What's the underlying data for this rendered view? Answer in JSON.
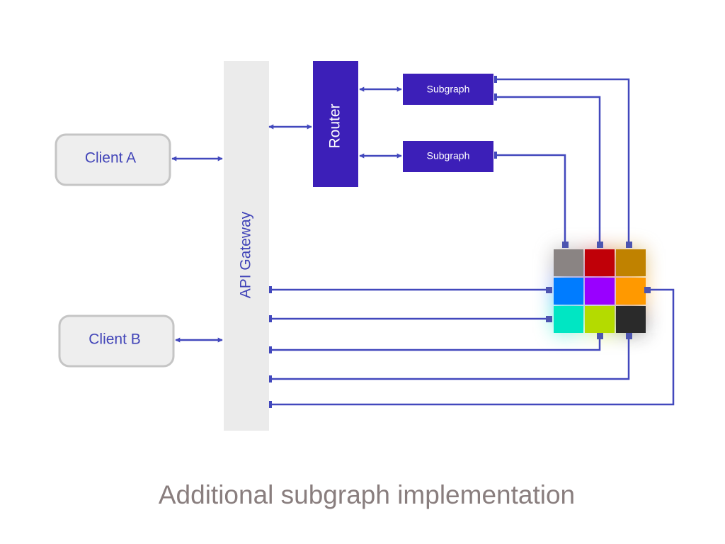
{
  "clients": [
    {
      "label": "Client A"
    },
    {
      "label": "Client B"
    }
  ],
  "gateway": {
    "label": "API Gateway"
  },
  "router": {
    "label": "Router"
  },
  "subgraphs": [
    {
      "label": "Subgraph"
    },
    {
      "label": "Subgraph"
    }
  ],
  "grid": {
    "cells": [
      "#8a8483",
      "#c00008",
      "#c08200",
      "#007cff",
      "#9900ff",
      "#ff9900",
      "#00e6c3",
      "#b4db00",
      "#2a2a2a"
    ]
  },
  "colors": {
    "connector": "#4248bd",
    "box_fill": "#3c1fb8",
    "client_fill": "#eeeeee",
    "client_border": "#c5c5c5",
    "client_text": "#4144b8",
    "gateway_fill": "#ebebeb",
    "gateway_text": "#4144b8",
    "title_text": "#897e7e"
  },
  "title": "Additional subgraph implementation"
}
